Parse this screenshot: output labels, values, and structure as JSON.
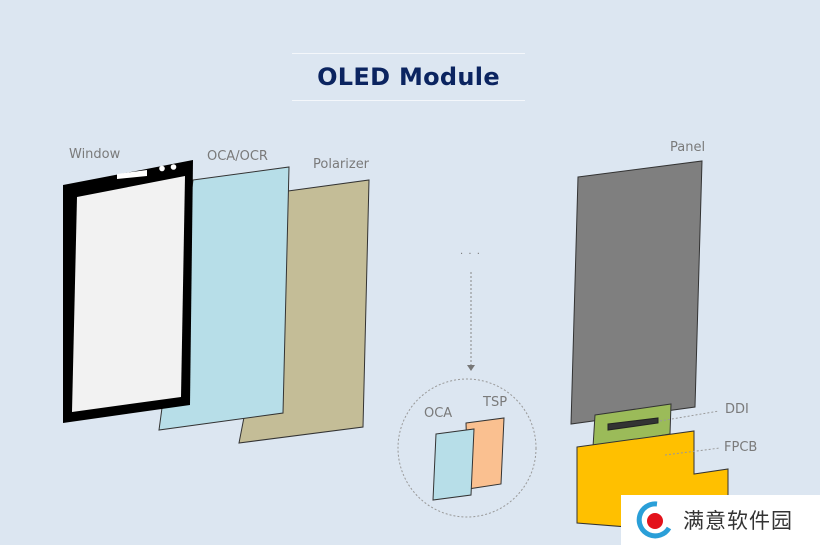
{
  "title": "OLED Module",
  "layers_left": {
    "window": {
      "label": "Window",
      "frame_color": "#000000",
      "screen_color": "#f2f2f2"
    },
    "oca_ocr": {
      "label": "OCA/OCR",
      "color": "#b7dee8"
    },
    "polarizer": {
      "label": "Polarizer",
      "color": "#c4bd97"
    }
  },
  "ellipsis": "· · ·",
  "detail": {
    "oca": {
      "label": "OCA",
      "color": "#b7dee8"
    },
    "tsp": {
      "label": "TSP",
      "color": "#fac090"
    }
  },
  "layers_right": {
    "panel": {
      "label": "Panel",
      "color": "#7f7f7f"
    },
    "ddi": {
      "label": "DDI",
      "color": "#9bbb59"
    },
    "fpcb": {
      "label": "FPCB",
      "color": "#ffc000"
    }
  },
  "colors": {
    "background": "#dce6f1",
    "title": "#0b2460",
    "label": "#7a7a7a"
  },
  "watermark": {
    "text": "满意软件园"
  }
}
